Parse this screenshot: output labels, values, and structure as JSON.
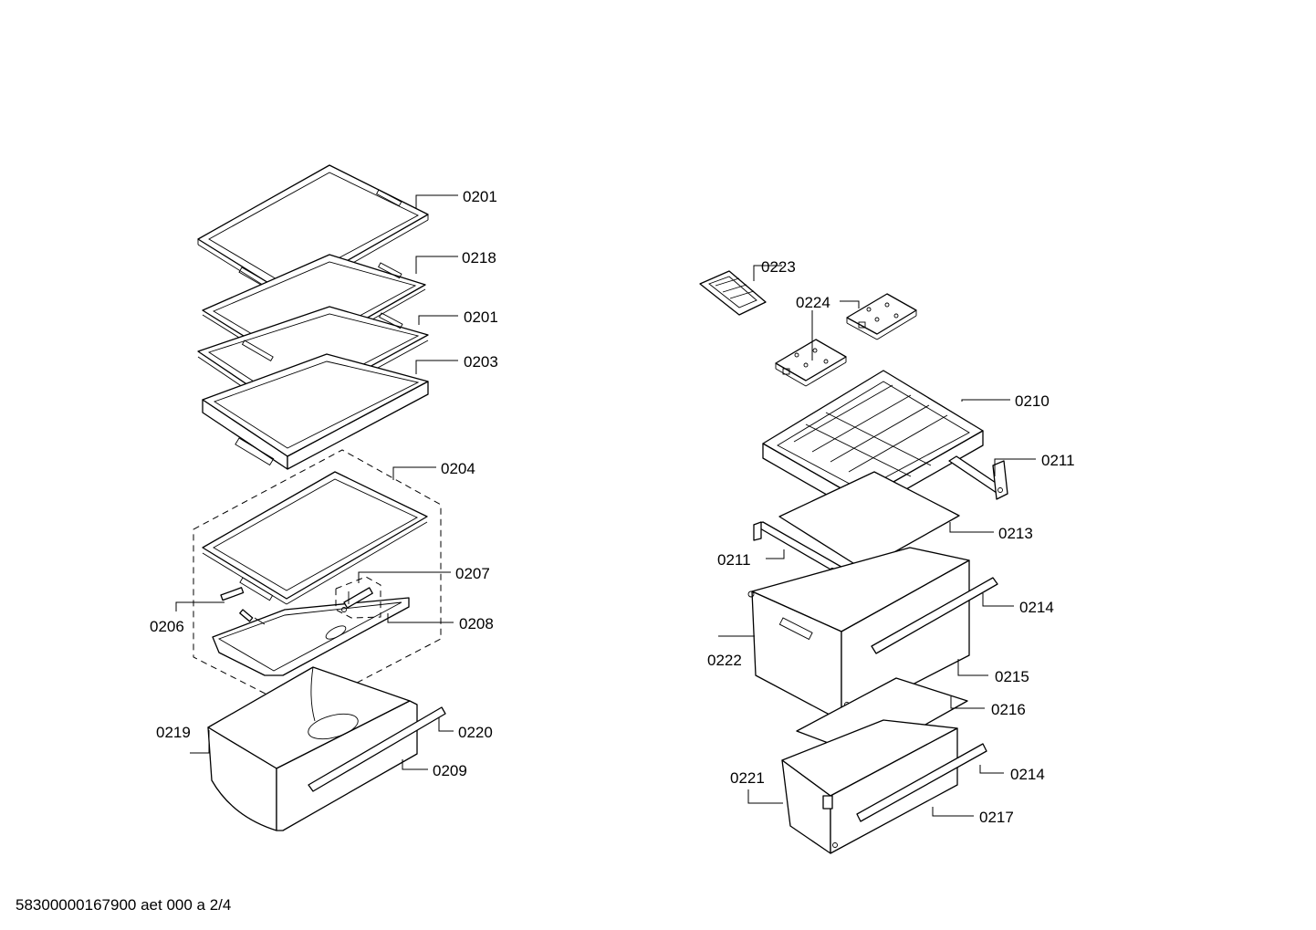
{
  "document": {
    "footer": "58300000167900 aet 000 a 2/4"
  },
  "labels": [
    {
      "id": "lbl-0201-top",
      "text": "0201"
    },
    {
      "id": "lbl-0218",
      "text": "0218"
    },
    {
      "id": "lbl-0201-mid",
      "text": "0201"
    },
    {
      "id": "lbl-0203",
      "text": "0203"
    },
    {
      "id": "lbl-0204",
      "text": "0204"
    },
    {
      "id": "lbl-0207",
      "text": "0207"
    },
    {
      "id": "lbl-0206",
      "text": "0206"
    },
    {
      "id": "lbl-0208",
      "text": "0208"
    },
    {
      "id": "lbl-0219",
      "text": "0219"
    },
    {
      "id": "lbl-0220",
      "text": "0220"
    },
    {
      "id": "lbl-0209",
      "text": "0209"
    },
    {
      "id": "lbl-0223",
      "text": "0223"
    },
    {
      "id": "lbl-0224",
      "text": "0224"
    },
    {
      "id": "lbl-0210",
      "text": "0210"
    },
    {
      "id": "lbl-0211-right",
      "text": "0211"
    },
    {
      "id": "lbl-0213",
      "text": "0213"
    },
    {
      "id": "lbl-0211-left",
      "text": "0211"
    },
    {
      "id": "lbl-0214-top",
      "text": "0214"
    },
    {
      "id": "lbl-0222",
      "text": "0222"
    },
    {
      "id": "lbl-0215",
      "text": "0215"
    },
    {
      "id": "lbl-0216",
      "text": "0216"
    },
    {
      "id": "lbl-0221",
      "text": "0221"
    },
    {
      "id": "lbl-0214-bottom",
      "text": "0214"
    },
    {
      "id": "lbl-0217",
      "text": "0217"
    }
  ]
}
